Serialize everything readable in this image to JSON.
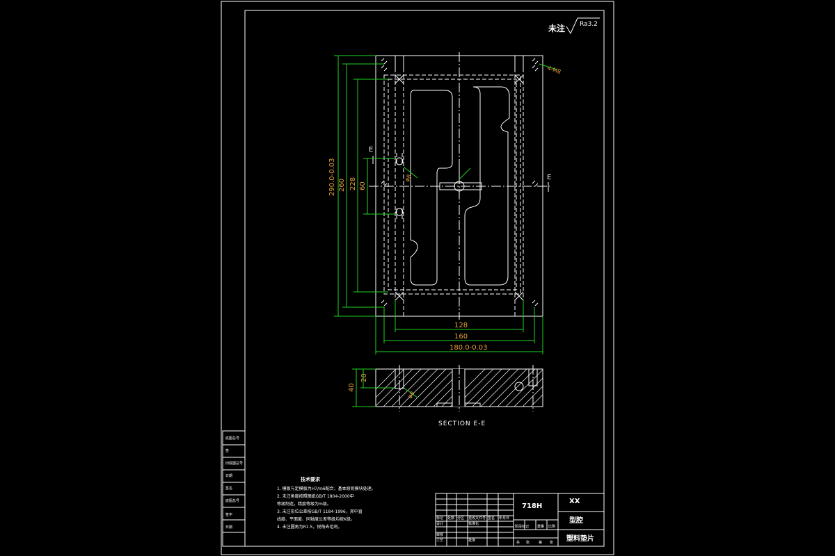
{
  "roughness": {
    "label": "未注",
    "value": "Ra3.2"
  },
  "dimensions": {
    "height_total": "290.0-0.03",
    "h260": "260",
    "h228": "228",
    "h60": "60",
    "w128": "128",
    "w160": "160",
    "w180": "180.0-0.03",
    "thread_label": "4-M8",
    "d_label": "φ8",
    "section_h40": "40",
    "section_h20": "20",
    "section_phi": "φ8"
  },
  "section": {
    "marker": "E",
    "caption": "SECTION E-E"
  },
  "tech_notes": {
    "title": "技术要求",
    "lines": [
      "1. 模板与定模板为H7/m6配合，基本原则模块处理。",
      "2. 未注角度按照图纸GB/T 1804-2000中",
      "   等级制造，精度等级为m级。",
      "3. 未注形位公差按GB/T 1184-1996，其中直",
      "   线度、平面度、同轴度公差等级均按K级。",
      "4. 未注圆角为R1.5，锐角去毛刺。"
    ]
  },
  "title_block": {
    "material": "718H",
    "name_top": "XX",
    "name_mid": "型腔",
    "name_bottom": "塑料垫片",
    "row_labels": [
      "标记",
      "处数",
      "分区",
      "更改文件号",
      "签名",
      "年月日"
    ],
    "role_labels": [
      "设计",
      "审核",
      "工艺",
      "批准"
    ],
    "std_label": "标准化",
    "stage_labels": [
      "阶段标记",
      "重量",
      "比例"
    ],
    "sheet_labels": [
      "共",
      "张",
      "第",
      "张"
    ]
  },
  "left_strip": [
    "底图总号",
    "签",
    "旧底图总号",
    "日期",
    "签名",
    "底图总号",
    "签字",
    "日期"
  ]
}
